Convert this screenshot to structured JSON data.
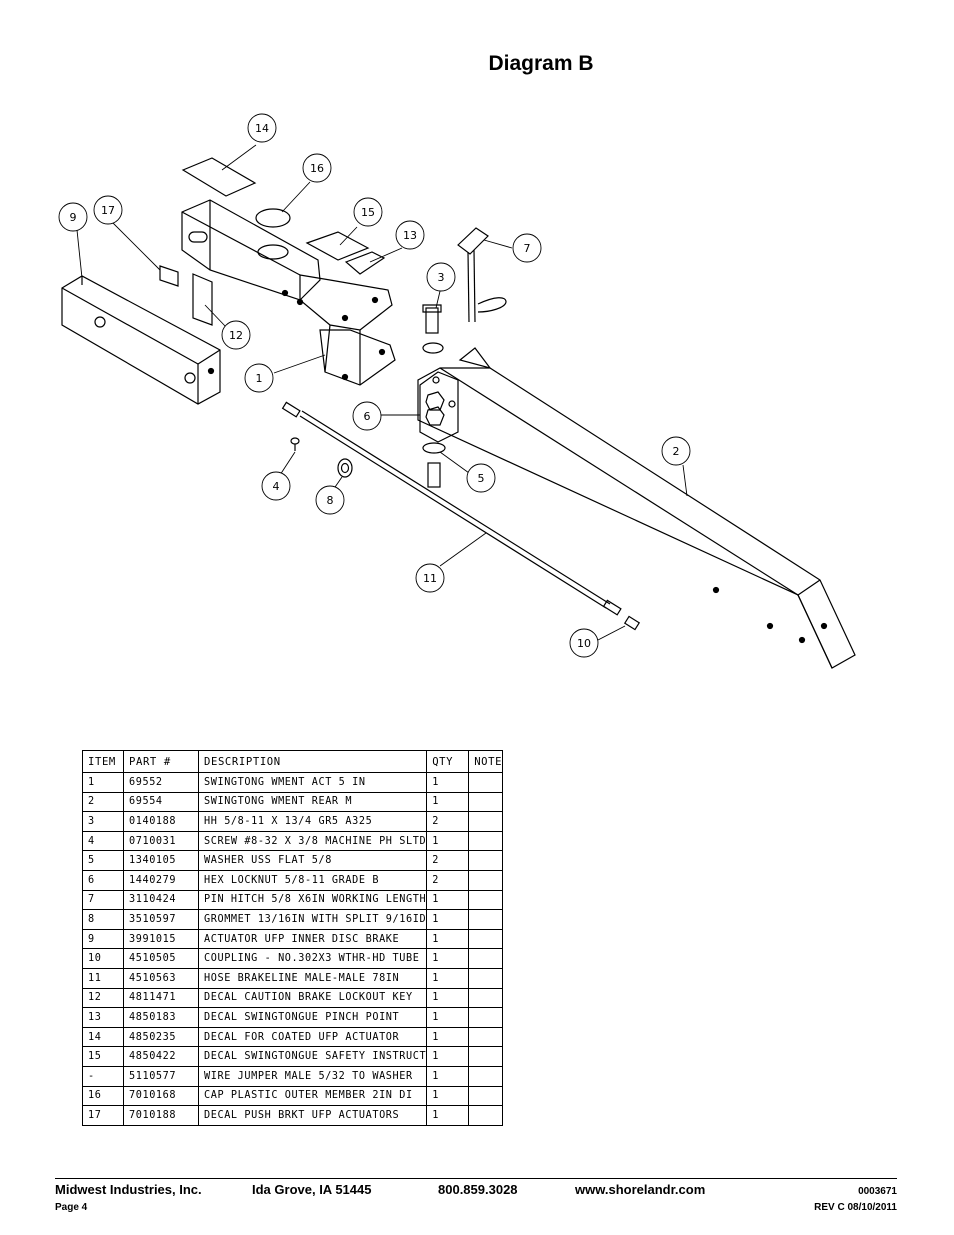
{
  "page_title": "Diagram B",
  "callouts": {
    "c1": "1",
    "c2": "2",
    "c3": "3",
    "c4": "4",
    "c5": "5",
    "c6": "6",
    "c7": "7",
    "c8": "8",
    "c9": "9",
    "c10": "10",
    "c11": "11",
    "c12": "12",
    "c13": "13",
    "c14": "14",
    "c15": "15",
    "c16": "16",
    "c17": "17"
  },
  "parts_table": {
    "headers": {
      "item": "ITEM",
      "part": "PART #",
      "description": "DESCRIPTION",
      "qty": "QTY",
      "note": "NOTE"
    },
    "rows": [
      {
        "item": "1",
        "part": "69552",
        "description": "SWINGTONG WMENT ACT 5 IN",
        "qty": "1",
        "note": ""
      },
      {
        "item": "2",
        "part": "69554",
        "description": "SWINGTONG WMENT REAR M",
        "qty": "1",
        "note": ""
      },
      {
        "item": "3",
        "part": "0140188",
        "description": "HH 5/8-11 X 13/4  GR5 A325",
        "qty": "2",
        "note": ""
      },
      {
        "item": "4",
        "part": "0710031",
        "description": "SCREW #8-32 X 3/8 MACHINE PH SLTD",
        "qty": "1",
        "note": ""
      },
      {
        "item": "5",
        "part": "1340105",
        "description": "WASHER USS FLAT 5/8",
        "qty": "2",
        "note": ""
      },
      {
        "item": "6",
        "part": "1440279",
        "description": "HEX LOCKNUT 5/8-11 GRADE B",
        "qty": "2",
        "note": ""
      },
      {
        "item": "7",
        "part": "3110424",
        "description": "PIN HITCH 5/8 X6IN WORKING LENGTH",
        "qty": "1",
        "note": ""
      },
      {
        "item": "8",
        "part": "3510597",
        "description": "GROMMET 13/16IN  WITH SPLIT 9/16ID",
        "qty": "1",
        "note": ""
      },
      {
        "item": "9",
        "part": "3991015",
        "description": "ACTUATOR UFP INNER  DISC BRAKE",
        "qty": "1",
        "note": ""
      },
      {
        "item": "10",
        "part": "4510505",
        "description": "COUPLING - NO.302X3 WTHR-HD TUBE",
        "qty": "1",
        "note": ""
      },
      {
        "item": "11",
        "part": "4510563",
        "description": "HOSE BRAKELINE MALE-MALE 78IN",
        "qty": "1",
        "note": ""
      },
      {
        "item": "12",
        "part": "4811471",
        "description": "DECAL CAUTION BRAKE LOCKOUT KEY",
        "qty": "1",
        "note": ""
      },
      {
        "item": "13",
        "part": "4850183",
        "description": "DECAL SWINGTONGUE PINCH POINT",
        "qty": "1",
        "note": ""
      },
      {
        "item": "14",
        "part": "4850235",
        "description": "DECAL FOR COATED UFP ACTUATOR",
        "qty": "1",
        "note": ""
      },
      {
        "item": "15",
        "part": "4850422",
        "description": "DECAL SWINGTONGUE SAFETY INSTRUCT",
        "qty": "1",
        "note": ""
      },
      {
        "item": "-",
        "part": "5110577",
        "description": "WIRE JUMPER MALE 5/32 TO WASHER",
        "qty": "1",
        "note": ""
      },
      {
        "item": "16",
        "part": "7010168",
        "description": "CAP  PLASTIC OUTER MEMBER 2IN DI",
        "qty": "1",
        "note": ""
      },
      {
        "item": "17",
        "part": "7010188",
        "description": "DECAL PUSH BRKT UFP ACTUATORS",
        "qty": "1",
        "note": ""
      }
    ]
  },
  "footer": {
    "company": "Midwest Industries, Inc.",
    "city": "Ida Grove, IA  51445",
    "phone": "800.859.3028",
    "website": "www.shorelandr.com",
    "doc_number": "0003671",
    "page": "Page 4",
    "revision": "REV C  08/10/2011"
  }
}
